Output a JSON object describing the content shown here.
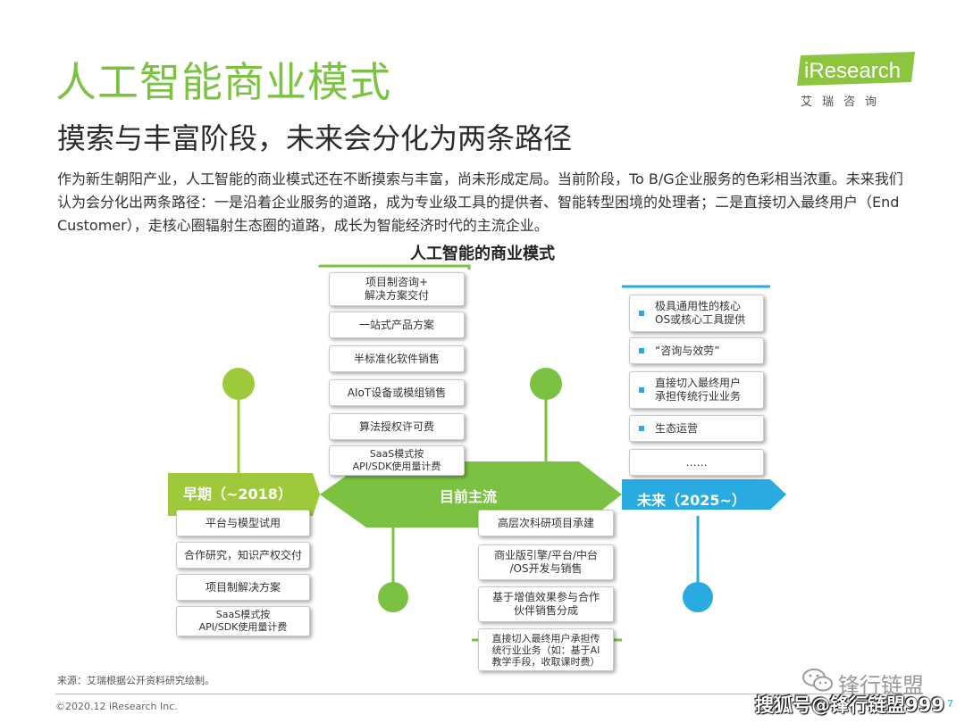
{
  "header": {
    "title": "人工智能商业模式",
    "subtitle": "摸索与丰富阶段，未来会分化为两条路径",
    "logo_text": "iResearch",
    "logo_sub": "艾瑞咨询"
  },
  "intro": "作为新生朝阳产业，人工智能的商业模式还在不断摸索与丰富，尚未形成定局。当前阶段，To B/G企业服务的色彩相当浓重。未来我们认为会分化出两条路径：一是沿着企业服务的道路，成为专业级工具的提供者、智能转型困境的处理者；二是直接切入最终用户（End Customer），走核心圈辐射生态圈的道路，成长为智能经济时代的主流企业。",
  "diagram": {
    "title": "人工智能的商业模式",
    "stages": {
      "early": "早期（~2018）",
      "current": "目前主流",
      "future": "未来（2025~）"
    },
    "current_top": [
      "项目制咨询+\n解决方案交付",
      "一站式产品方案",
      "半标准化软件销售",
      "AIoT设备或模组销售",
      "算法授权许可费",
      "SaaS模式按\nAPI/SDK使用量计费"
    ],
    "early_bottom": [
      "平台与模型试用",
      "合作研究，知识产权交付",
      "项目制解决方案",
      "SaaS模式按\nAPI/SDK使用量计费"
    ],
    "current_bottom": [
      "高层次科研项目承建",
      "商业版引擎/平台/中台\n/OS开发与销售",
      "基于增值效果参与合作\n伙伴销售分成",
      "直接切入最终用户承担传\n统行业业务（如：基于AI\n教学手段，收取课时费）"
    ],
    "future_top": [
      "极具通用性的核心\nOS或核心工具提供",
      "“咨询与效劳”",
      "直接切入最终用户\n承担传统行业业务",
      "生态运营",
      "……"
    ]
  },
  "colors": {
    "green_light": "#9dc93b",
    "green": "#7cc242",
    "blue": "#29abe2",
    "box_border": "#c9c9c9"
  },
  "footer": {
    "source": "来源：艾瑞根据公开资料研究绘制。",
    "copyright": "©2020.12 iResearch Inc.",
    "page": "7",
    "watermark_name": "锋行链盟",
    "watermark_line": "搜狐号@锋行链盟999"
  }
}
